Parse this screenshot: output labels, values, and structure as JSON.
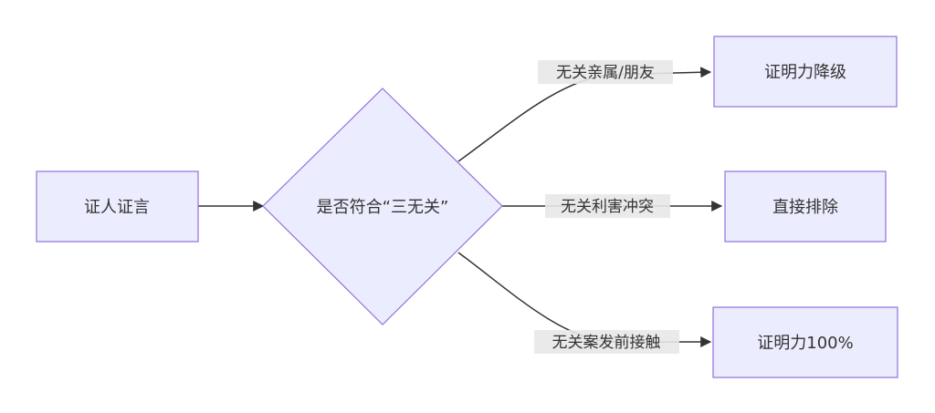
{
  "diagram": {
    "nodes": {
      "testimony": "证人证言",
      "decision": "是否符合“三无关”",
      "reduce": "证明力降级",
      "exclude": "直接排除",
      "full": "证明力100%"
    },
    "edges": {
      "relatives": "无关亲属/朋友",
      "interest": "无关利害冲突",
      "contact": "无关案发前接触"
    },
    "colors": {
      "node_fill": "#ececff",
      "node_stroke": "#9370db",
      "edge": "#333333",
      "label_bg": "#e8e8e8"
    }
  }
}
